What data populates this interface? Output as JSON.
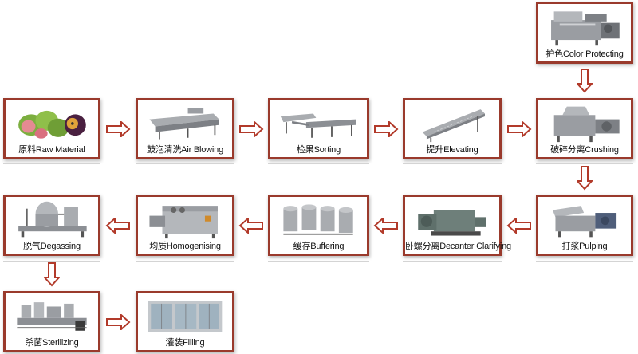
{
  "steps": [
    {
      "id": "color-protecting",
      "label": "护色Color Protecting"
    },
    {
      "id": "raw-material",
      "label": "原料Raw Material"
    },
    {
      "id": "air-blowing",
      "label": "鼓泡清洗Air Blowing"
    },
    {
      "id": "sorting",
      "label": "检果Sorting"
    },
    {
      "id": "elevating",
      "label": "提升Elevating"
    },
    {
      "id": "crushing",
      "label": "破碎分离Crushing"
    },
    {
      "id": "degassing",
      "label": "脱气Degassing"
    },
    {
      "id": "homogenising",
      "label": "均质Homogenising"
    },
    {
      "id": "buffering",
      "label": "缓存Buffering"
    },
    {
      "id": "decanter-clarifying",
      "label": "卧螺分离Decanter Clarifying"
    },
    {
      "id": "pulping",
      "label": "打浆Pulping"
    },
    {
      "id": "sterilizing",
      "label": "杀菌Sterilizing"
    },
    {
      "id": "filling",
      "label": "灌装Filling"
    }
  ],
  "colors": {
    "border": "#9a3a2c",
    "arrow": "#b23a2a",
    "machine": "#8c8f94",
    "fruit_green": "#7cae3f",
    "fruit_pink": "#d9707f",
    "fruit_purple": "#4a2040"
  }
}
